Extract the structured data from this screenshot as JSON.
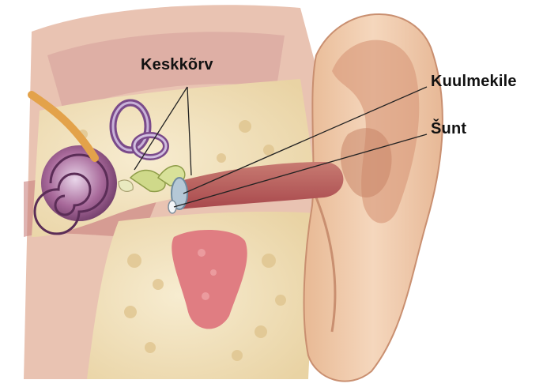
{
  "labels": {
    "middle_ear": "Keskkõrv",
    "eardrum": "Kuulmekile",
    "shunt": "Šunt"
  },
  "colors": {
    "skin": "#efc9a8",
    "skin_shadow": "#d9a07e",
    "bone": "#f2e3bd",
    "cochlea": "#9a5a8a",
    "canal": "#b9565a",
    "shunt": "#9fb7c9",
    "leader_line": "#222222"
  }
}
